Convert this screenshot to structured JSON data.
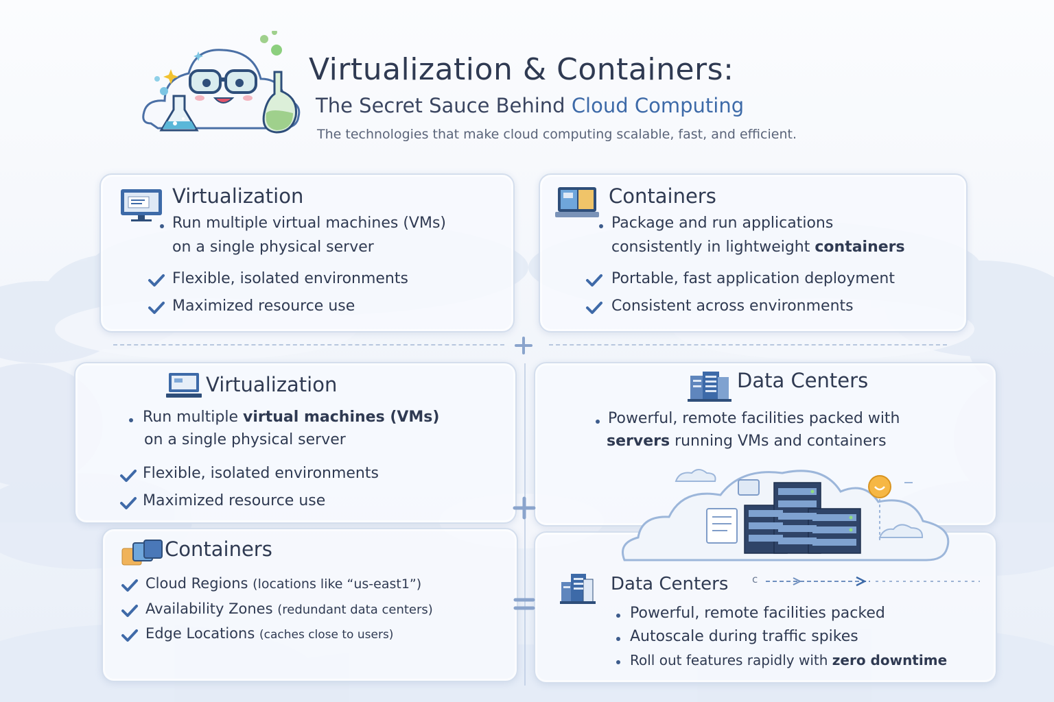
{
  "header": {
    "title": "Virtualization & Containers:",
    "subtitle_prefix": "The Secret Sauce Behind ",
    "subtitle_accent": "Cloud Computing",
    "tagline": "The technologies that make cloud computing scalable, fast, and efficient."
  },
  "cards": {
    "virtualization_top": {
      "title": "Virtualization",
      "line1": "Run multiple virtual machines (VMs)",
      "line2": "on a single physical server",
      "check1": "Flexible, isolated environments",
      "check2": "Maximized resource use"
    },
    "containers_top": {
      "title": "Containers",
      "line1": "Package and run applications",
      "line2_prefix": "consistently in lightweight ",
      "line2_bold": "containers",
      "check1": "Portable, fast application deployment",
      "check2": "Consistent across environments"
    },
    "virtualization_mid": {
      "title": "Virtualization",
      "line1_prefix": "Run multiple ",
      "line1_bold": "virtual machines (VMs)",
      "line2": "on a single physical server",
      "check1": "Flexible, isolated environments",
      "check2": "Maximized resource use"
    },
    "datacenters_mid": {
      "title": "Data Centers",
      "line1": "Powerful, remote facilities packed with",
      "line2_bold": "servers",
      "line2_suffix": " running VMs and containers"
    },
    "containers_bottom": {
      "title": "Containers",
      "check1_main": "Cloud Regions ",
      "check1_note": "(locations like “us-east1”)",
      "check2_main": "Availability Zones ",
      "check2_note": "(redundant data centers)",
      "check3_main": "Edge Locations ",
      "check3_note": "(caches close to users)"
    },
    "datacenters_bottom": {
      "title": "Data Centers",
      "arrow_label": "c",
      "line1": "Powerful, remote facilities packed",
      "line2": "Autoscale during traffic spikes",
      "line3_prefix": "Roll out features rapidly with ",
      "line3_bold": "zero downtime"
    }
  },
  "colors": {
    "accent": "#3d6aa8",
    "check": "#3f6aa8",
    "text": "#2f3a52",
    "border": "#d4deed"
  }
}
